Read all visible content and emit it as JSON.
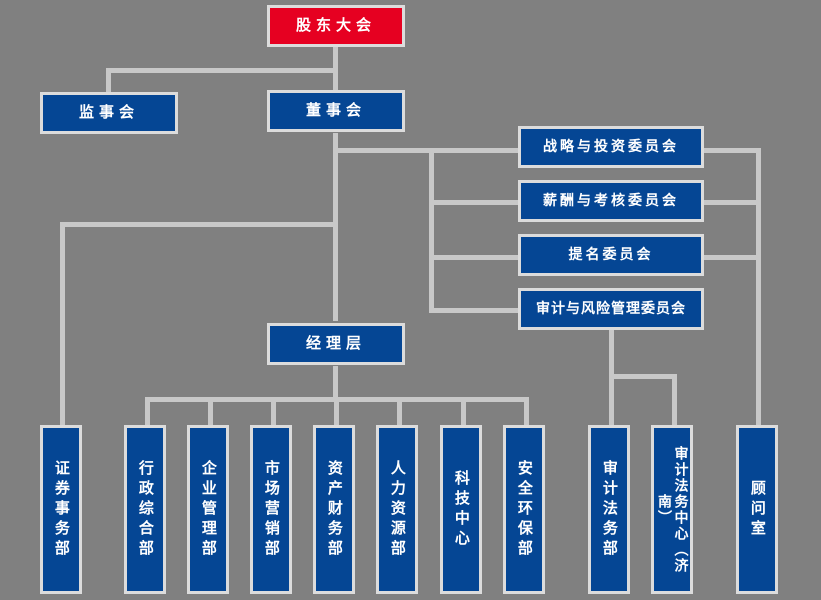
{
  "meta": {
    "title": "公司组织机构图",
    "orientation": "top-down org chart"
  },
  "colors": {
    "background": "#808080",
    "node_blue": "#054694",
    "node_red": "#e60021",
    "node_border": "#dcdcdc",
    "connector": "#c8c8c8",
    "text": "#ffffff"
  },
  "nodes": {
    "shareholders_meeting": "股东大会",
    "board_of_supervisors": "监事会",
    "board_of_directors": "董事会",
    "management": "经理层"
  },
  "committees": [
    {
      "label": "战略与投资委员会"
    },
    {
      "label": "薪酬与考核委员会"
    },
    {
      "label": "提名委员会"
    },
    {
      "label": "审计与风险管理委员会"
    }
  ],
  "departments": [
    {
      "label": "证券事务部"
    },
    {
      "label": "行政综合部"
    },
    {
      "label": "企业管理部"
    },
    {
      "label": "市场营销部"
    },
    {
      "label": "资产财务部"
    },
    {
      "label": "人力资源部"
    },
    {
      "label": "科技中心"
    },
    {
      "label": "安全环保部"
    },
    {
      "label": "审计法务部"
    },
    {
      "label": "审计法务中心（济南）"
    },
    {
      "label": "顾问室"
    }
  ]
}
